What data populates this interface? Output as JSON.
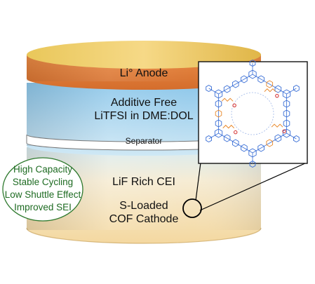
{
  "layers": {
    "anode": "Li° Anode",
    "electrolyte_line1": "Additive Free",
    "electrolyte_line2": "LiTFSI in DME:DOL",
    "separator": "Separator",
    "cei": "LiF Rich CEI",
    "cathode_line1": "S-Loaded",
    "cathode_line2": "COF Cathode"
  },
  "benefits": [
    "High Capacity",
    "Stable Cycling",
    "Low Shuttle Effect",
    "Improved SEI"
  ],
  "colors": {
    "anode": "#e07d3c",
    "electrolyte": "#a9d6ee",
    "cathode": "#f5dfb0",
    "benefit_text": "#1e6b22",
    "benefit_border": "#2f7a2f",
    "cof_linker": "#3a6fd6",
    "cof_sulfur": "#e8882a",
    "cof_oxygen": "#d22a2a"
  }
}
